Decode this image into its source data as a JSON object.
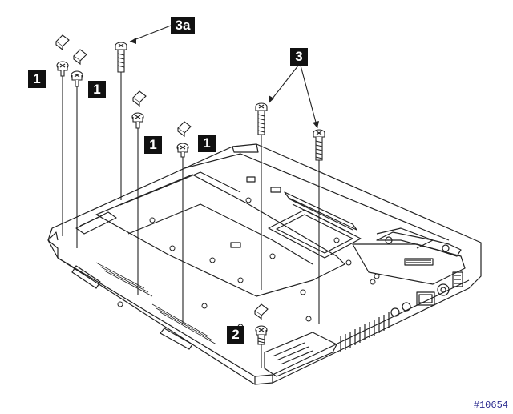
{
  "diagram": {
    "callouts": {
      "c1_a": "1",
      "c1_b": "1",
      "c1_c": "1",
      "c1_d": "1",
      "c2": "2",
      "c3": "3",
      "c3a": "3a"
    },
    "figure_number": "#10654"
  },
  "colors": {
    "line": "#222222",
    "callout_bg": "#111111",
    "callout_text": "#ffffff",
    "figure_number": "#2b2b8f"
  }
}
